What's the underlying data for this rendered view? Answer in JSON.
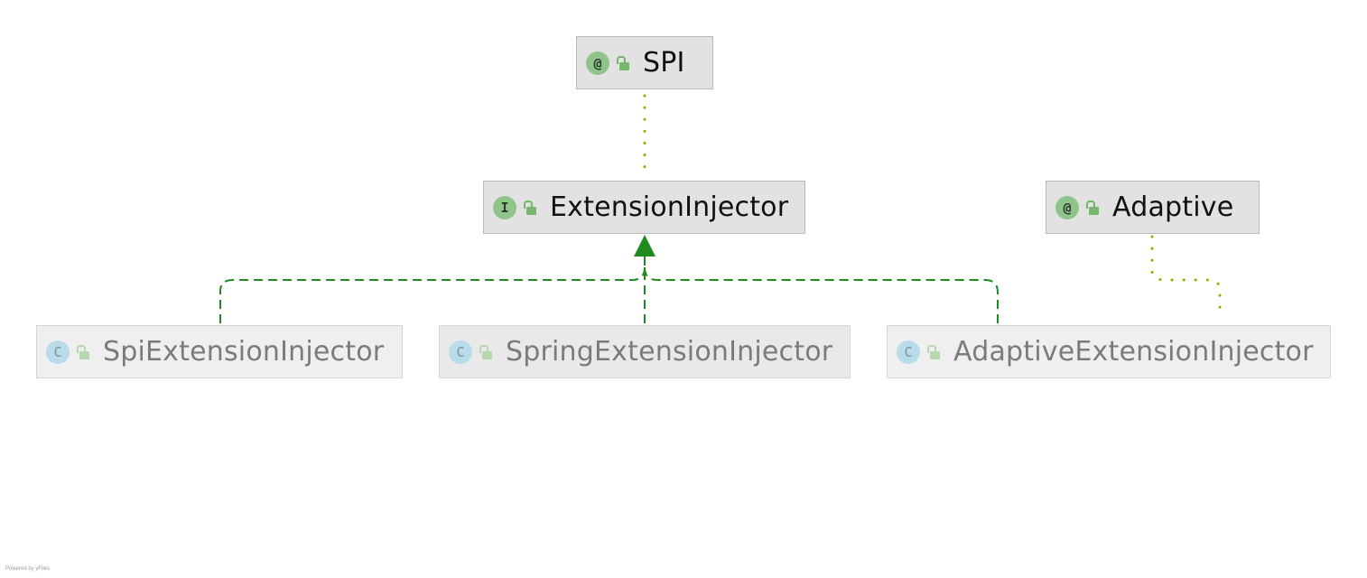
{
  "nodes": {
    "spi": {
      "kind": "annotation",
      "badge": "@",
      "name": "SPI"
    },
    "extension_injector": {
      "kind": "interface",
      "badge": "I",
      "name": "ExtensionInjector"
    },
    "adaptive": {
      "kind": "annotation",
      "badge": "@",
      "name": "Adaptive"
    },
    "spi_extension_injector": {
      "kind": "class",
      "badge": "C",
      "name": "SpiExtensionInjector"
    },
    "spring_extension_injector": {
      "kind": "class",
      "badge": "C",
      "name": "SpringExtensionInjector"
    },
    "adaptive_extension_injector": {
      "kind": "class",
      "badge": "C",
      "name": "AdaptiveExtensionInjector"
    }
  },
  "edges": [
    {
      "from": "spi_extension_injector",
      "to": "extension_injector",
      "type": "implements"
    },
    {
      "from": "spring_extension_injector",
      "to": "extension_injector",
      "type": "implements"
    },
    {
      "from": "adaptive_extension_injector",
      "to": "extension_injector",
      "type": "implements"
    },
    {
      "from": "spi",
      "to": "extension_injector",
      "type": "annotates"
    },
    {
      "from": "adaptive",
      "to": "adaptive_extension_injector",
      "type": "annotates"
    }
  ],
  "colors": {
    "implements_edge": "#1f8a1f",
    "annotation_edge": "#9aa800",
    "active_node_bg": "#e2e2e2",
    "inactive_node_bg": "#efefef"
  },
  "footer": "Powered by yFiles"
}
